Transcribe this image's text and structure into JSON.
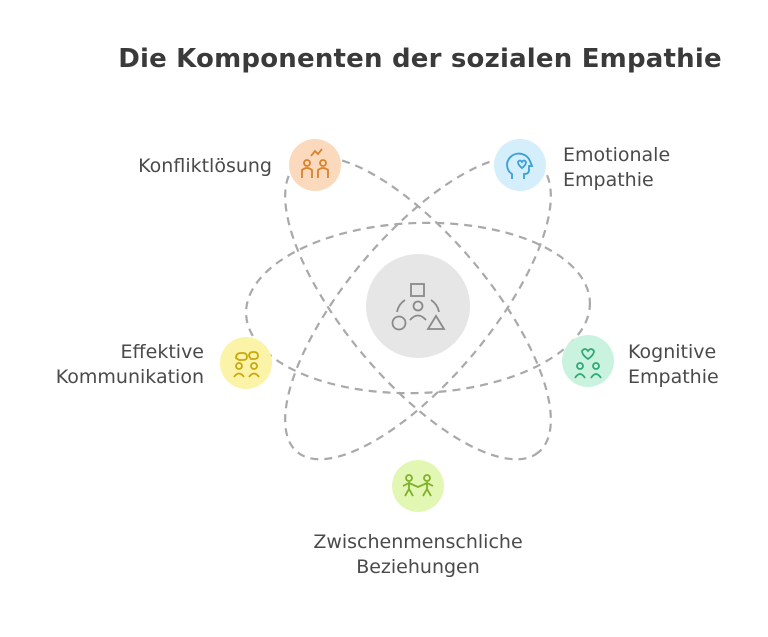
{
  "title": "Die Komponenten der sozialen Empathie",
  "nodes": {
    "konflikt": {
      "label": [
        "Konfliktlösung"
      ],
      "color": "#fbd9bd",
      "icon": "people-conflict-icon"
    },
    "emotional": {
      "label": [
        "Emotionale",
        "Empathie"
      ],
      "color": "#d4eefb",
      "icon": "head-heart-icon"
    },
    "kognitiv": {
      "label": [
        "Kognitive",
        "Empathie"
      ],
      "color": "#c9f3df",
      "icon": "two-people-heart-icon"
    },
    "zwischen": {
      "label": [
        "Zwischenmenschliche",
        "Beziehungen"
      ],
      "color": "#e3f7b4",
      "icon": "people-holding-hands-icon"
    },
    "kommunikation": {
      "label": [
        "Effektive",
        "Kommunikation"
      ],
      "color": "#fbf3a8",
      "icon": "conversation-people-icon"
    }
  },
  "center": {
    "color": "#e6e6e6",
    "icon": "shapes-person-icon"
  }
}
